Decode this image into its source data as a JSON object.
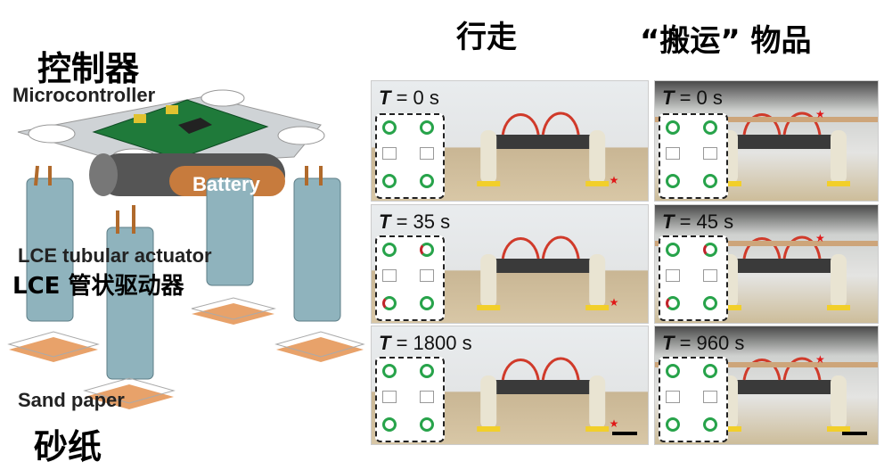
{
  "labels": {
    "controller_cn": "控制器",
    "microcontroller": "Microcontroller",
    "battery": "Battery",
    "actuator_en": "LCE tubular actuator",
    "actuator_cn": "LCE 管状驱动器",
    "sandpaper_en": "Sand paper",
    "sandpaper_cn": "砂纸"
  },
  "columns": {
    "walk": "行走",
    "carry": "“搬运” 物品"
  },
  "walk_panels": [
    {
      "t": "0 s",
      "insets": [
        "green",
        "green",
        "green",
        "green"
      ]
    },
    {
      "t": "35 s",
      "insets": [
        "green",
        "red",
        "red",
        "green"
      ]
    },
    {
      "t": "1800 s",
      "insets": [
        "green",
        "green",
        "green",
        "green"
      ]
    }
  ],
  "carry_panels": [
    {
      "t": "0 s",
      "insets": [
        "green",
        "green",
        "green",
        "green"
      ]
    },
    {
      "t": "45 s",
      "insets": [
        "green",
        "red",
        "red",
        "green"
      ]
    },
    {
      "t": "960 s",
      "insets": [
        "green",
        "green",
        "green",
        "green"
      ]
    }
  ],
  "colors": {
    "board": "#1f7a3a",
    "actuator": "#8fb3bd",
    "sandpaper": "#e8a26a",
    "ring_green": "#27a34a",
    "ring_red": "#c0242b",
    "star": "#e01818"
  }
}
